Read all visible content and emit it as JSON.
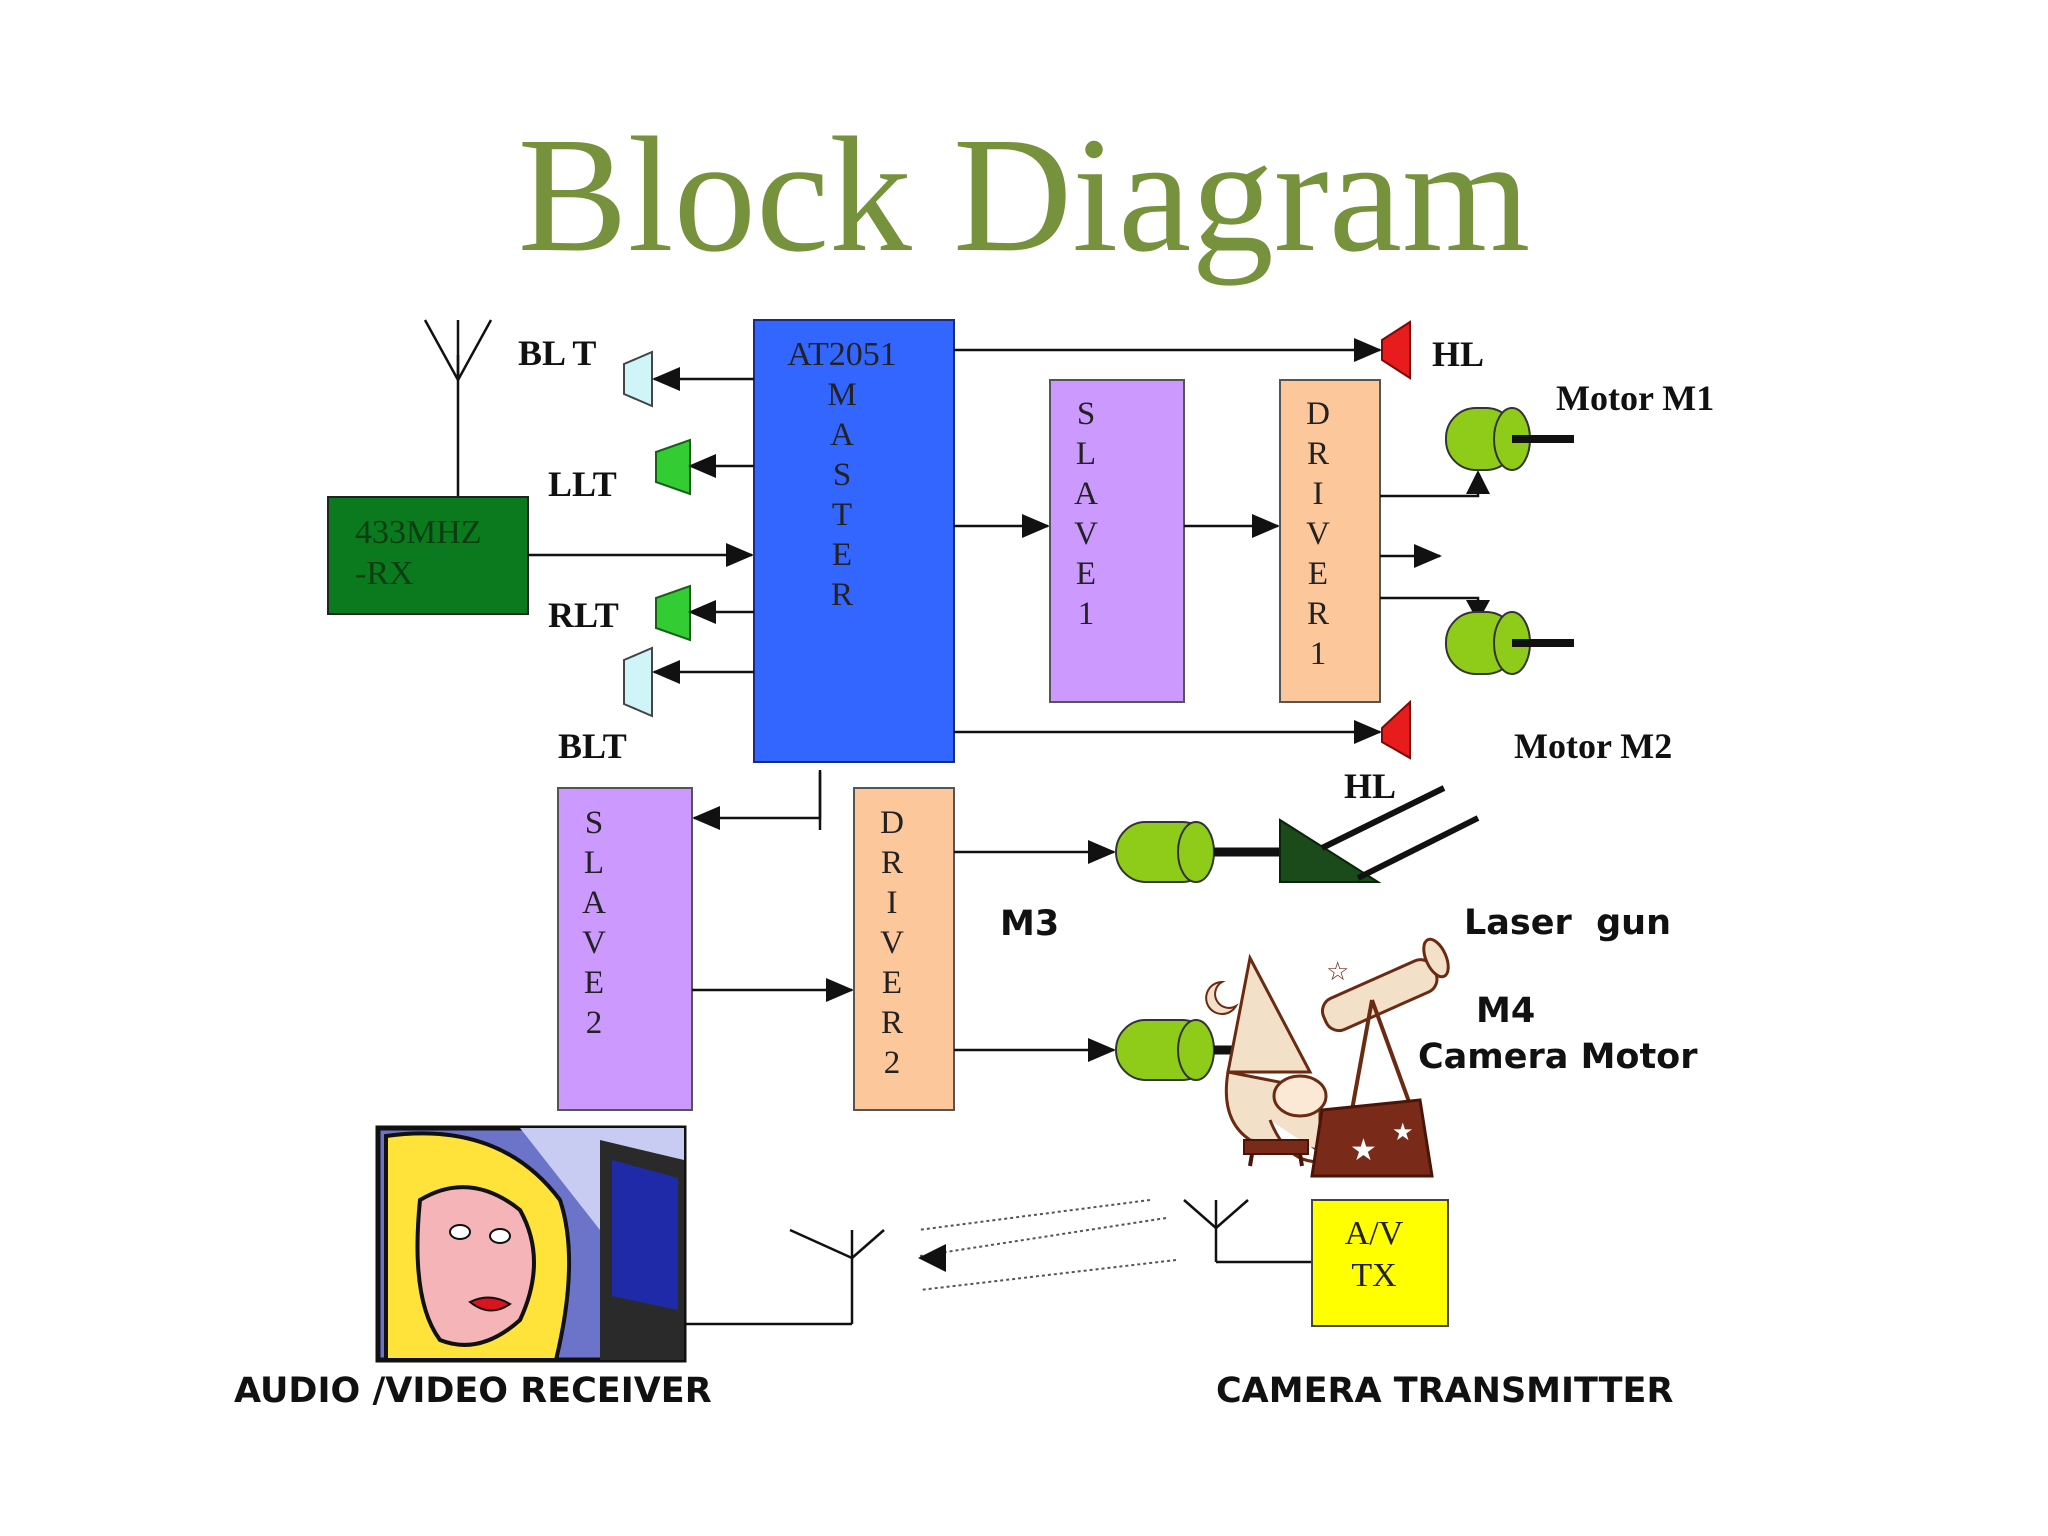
{
  "title": "Block Diagram",
  "receiver_block": {
    "line1": "433MHZ",
    "line2": "-RX"
  },
  "master_block": {
    "chip": "AT2051",
    "letters": [
      "M",
      "A",
      "S",
      "T",
      "E",
      "R"
    ]
  },
  "slave1_block": {
    "letters": [
      "S",
      "L",
      "A",
      "V",
      "E",
      "1"
    ]
  },
  "driver1_block": {
    "letters": [
      "D",
      "R",
      "I",
      "V",
      "E",
      "R",
      "1"
    ]
  },
  "slave2_block": {
    "letters": [
      "S",
      "L",
      "A",
      "V",
      "E",
      "2"
    ]
  },
  "driver2_block": {
    "letters": [
      "D",
      "R",
      "I",
      "V",
      "E",
      "R",
      "2"
    ]
  },
  "av_tx_block": {
    "line1": "A/V",
    "line2": "TX"
  },
  "labels": {
    "blt_top": "BL T",
    "llt": "LLT",
    "rlt": "RLT",
    "blt_bottom": "BLT",
    "hl_top": "HL",
    "hl_bottom": "HL",
    "motor_m1": "Motor M1",
    "motor_m2": "Motor M2",
    "m3": "M3",
    "laser_gun": "Laser  gun",
    "m4": "M4",
    "camera_motor": "Camera Motor",
    "audio_video_receiver": "AUDIO /VIDEO RECEIVER",
    "camera_transmitter": "CAMERA TRANSMITTER"
  },
  "colors": {
    "title": "#76923c",
    "receiver": "#0b7a1e",
    "master": "#3366ff",
    "slave": "#cc99ff",
    "driver": "#fcc79a",
    "av_tx": "#ffff00",
    "motor": "#8fcc1a",
    "light_blue": "#cff5f9",
    "light_green": "#33cc33",
    "head_light": "#e81c1c"
  }
}
